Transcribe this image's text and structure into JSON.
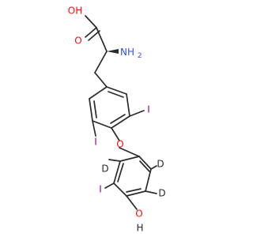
{
  "molecule": {
    "labels": {
      "carboxyl_oh": "OH",
      "carbonyl_o": "O",
      "amine": "NH",
      "amine_sub": "2",
      "iodine_ring_a_right": "I",
      "iodine_ring_a_left": "I",
      "ether_o": "O",
      "deuterium_upper_left": "D",
      "deuterium_upper_right": "D",
      "deuterium_lower_right": "D",
      "iodine_ring_b": "I",
      "phenol_o": "O",
      "phenol_h": "H"
    },
    "colors": {
      "bond": "#2b2b2b",
      "oxygen": "#ff0d0d",
      "nitrogen": "#3050f8",
      "iodine": "#940094",
      "deuterium": "#2b2b2b",
      "hydrogen": "#2b2b2b"
    }
  }
}
